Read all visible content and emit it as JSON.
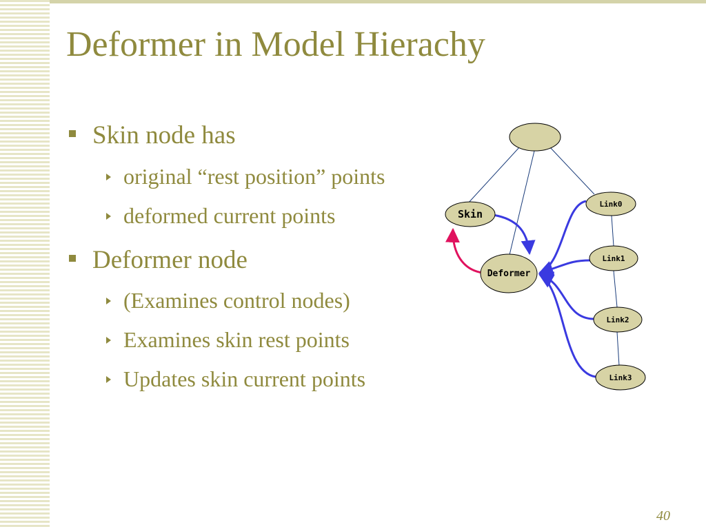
{
  "slide": {
    "title": "Deformer in Model Hierachy",
    "page_number": "40",
    "bullets": [
      {
        "text": "Skin node has",
        "sub": [
          "original “rest position” points",
          "deformed current points"
        ]
      },
      {
        "text": "Deformer node",
        "sub": [
          "(Examines control nodes)",
          "Examines skin rest points",
          "Updates skin current points"
        ]
      }
    ]
  },
  "diagram": {
    "nodes": {
      "root": "",
      "skin": "Skin",
      "deformer": "Deformer",
      "link0": "Link0",
      "link1": "Link1",
      "link2": "Link2",
      "link3": "Link3"
    },
    "colors": {
      "node_fill": "#d7d3a5",
      "tree_edge": "#1a3c7a",
      "data_arrow": "#3a3ae0",
      "skin_arrow": "#e0125e",
      "text": "#8f8a3e"
    }
  }
}
